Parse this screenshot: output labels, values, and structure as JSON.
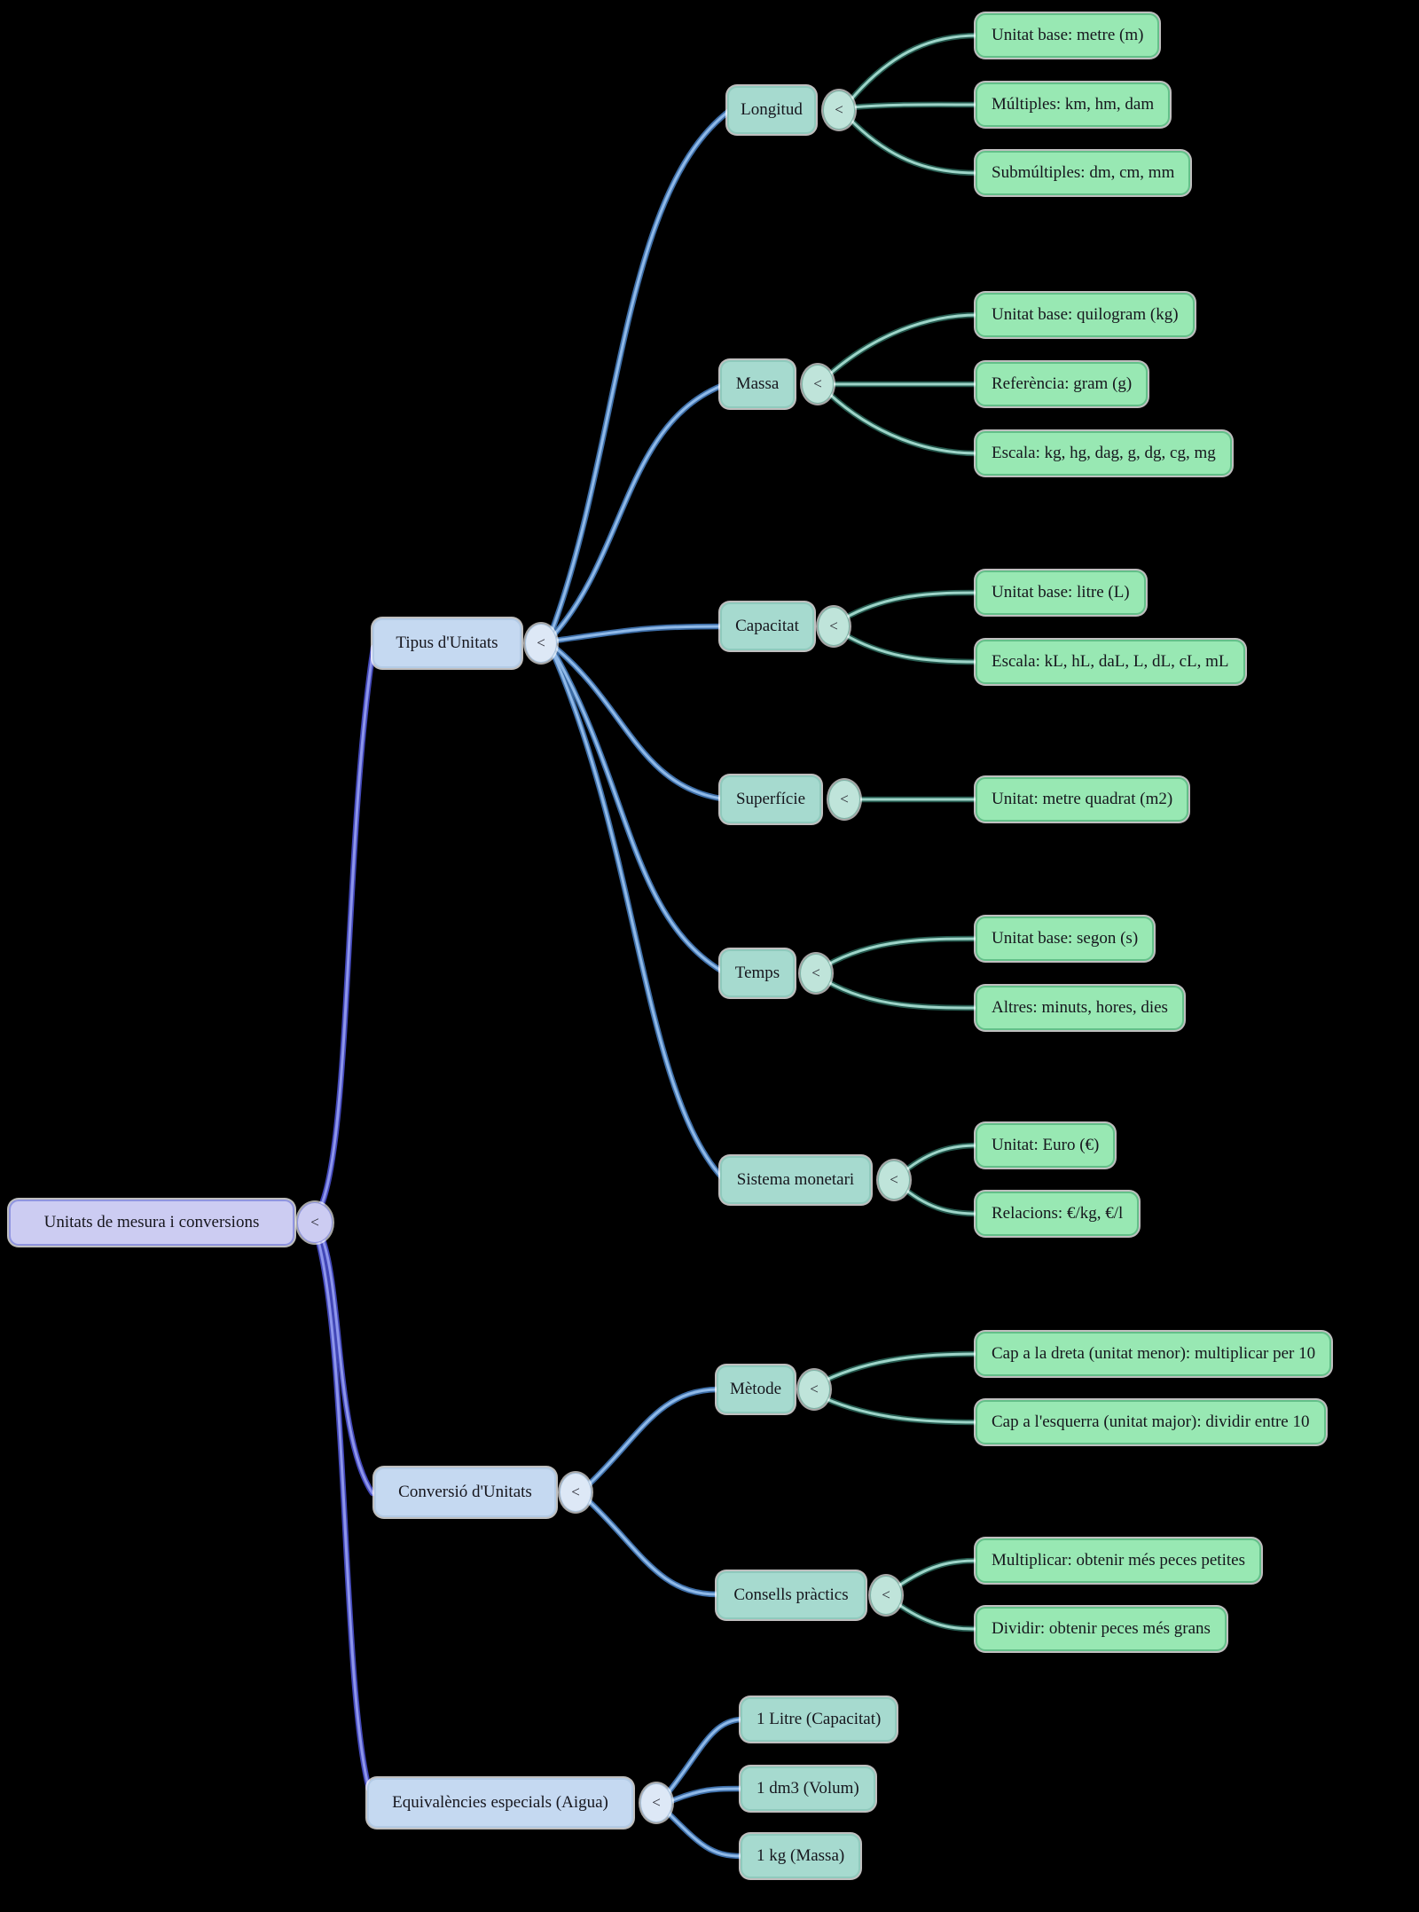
{
  "ui": {
    "collapse_glyph": "<"
  },
  "colors": {
    "background": "#000000",
    "root_fill": "#ccccf2",
    "root_border": "#9095e0",
    "branch_fill": "#c5d9f1",
    "branch_border": "#b3cbe6",
    "section_fill": "#a6dacf",
    "section_border": "#8fcabd",
    "leaf_fill": "#98e8b3",
    "leaf_border": "#63c089",
    "edge_indigo": "#4348b8",
    "edge_indigo_light": "#8d95ec",
    "edge_blue": "#3d6da6",
    "edge_blue_light": "#8fb9e8",
    "edge_teal": "#25594e",
    "edge_teal_light": "#9dd4c8"
  },
  "mindmap": {
    "root": {
      "label": "Unitats de mesura i conversions"
    },
    "branches": [
      {
        "label": "Tipus d'Unitats",
        "children": [
          {
            "label": "Longitud",
            "items": [
              "Unitat base: metre (m)",
              "Múltiples: km, hm, dam",
              "Submúltiples: dm, cm, mm"
            ]
          },
          {
            "label": "Massa",
            "items": [
              "Unitat base: quilogram (kg)",
              "Referència: gram (g)",
              "Escala: kg, hg, dag, g, dg, cg, mg"
            ]
          },
          {
            "label": "Capacitat",
            "items": [
              "Unitat base: litre (L)",
              "Escala: kL, hL, daL, L, dL, cL, mL"
            ]
          },
          {
            "label": "Superfície",
            "items": [
              "Unitat: metre quadrat (m2)"
            ]
          },
          {
            "label": "Temps",
            "items": [
              "Unitat base: segon (s)",
              "Altres: minuts, hores, dies"
            ]
          },
          {
            "label": "Sistema monetari",
            "items": [
              "Unitat: Euro (€)",
              "Relacions: €/kg, €/l"
            ]
          }
        ]
      },
      {
        "label": "Conversió d'Unitats",
        "children": [
          {
            "label": "Mètode",
            "items": [
              "Cap a la dreta (unitat menor): multiplicar per 10",
              "Cap a l'esquerra (unitat major): dividir entre 10"
            ]
          },
          {
            "label": "Consells pràctics",
            "items": [
              "Multiplicar: obtenir més peces petites",
              "Dividir: obtenir peces més grans"
            ]
          }
        ]
      },
      {
        "label": "Equivalències especials (Aigua)",
        "children": [
          {
            "label": "1 Litre (Capacitat)",
            "items": []
          },
          {
            "label": "1 dm3 (Volum)",
            "items": []
          },
          {
            "label": "1 kg (Massa)",
            "items": []
          }
        ]
      }
    ]
  }
}
